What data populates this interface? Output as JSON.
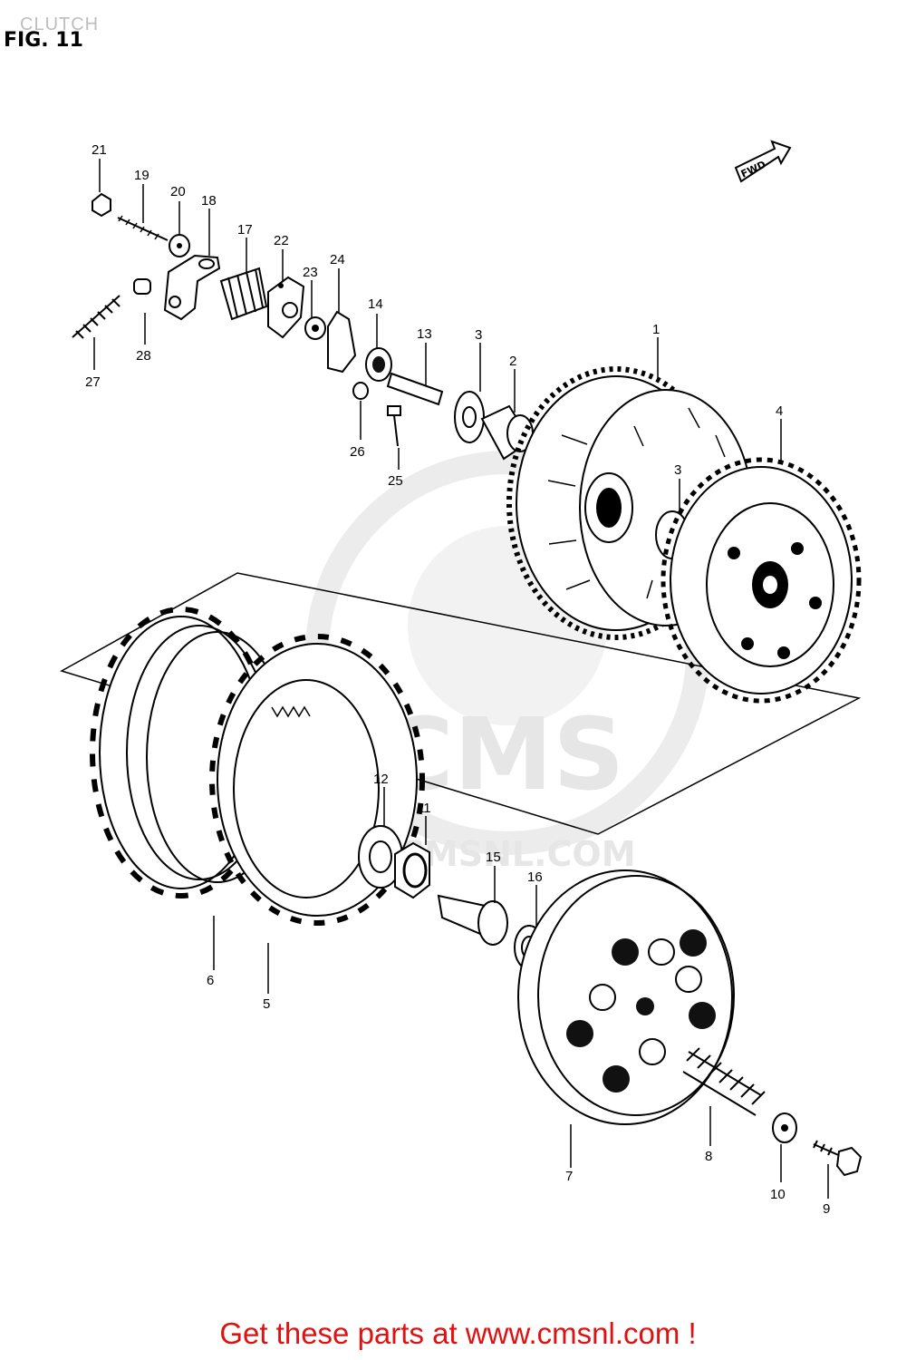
{
  "header": {
    "section_title": "CLUTCH",
    "figure_label": "FIG. 11"
  },
  "direction_marker": {
    "text": "FWD"
  },
  "watermark": {
    "brand": "CMS",
    "site": "CMSNL.COM"
  },
  "callouts": [
    "1",
    "2",
    "3",
    "3",
    "4",
    "5",
    "6",
    "7",
    "8",
    "9",
    "10",
    "11",
    "12",
    "13",
    "14",
    "15",
    "16",
    "17",
    "18",
    "19",
    "20",
    "21",
    "22",
    "23",
    "24",
    "25",
    "26",
    "27",
    "28"
  ],
  "footer": {
    "text": "Get these parts at www.cmsnl.com !"
  },
  "colors": {
    "footer_text": "#e01111",
    "watermark": "#e6e6e6",
    "line_art": "#000000"
  }
}
